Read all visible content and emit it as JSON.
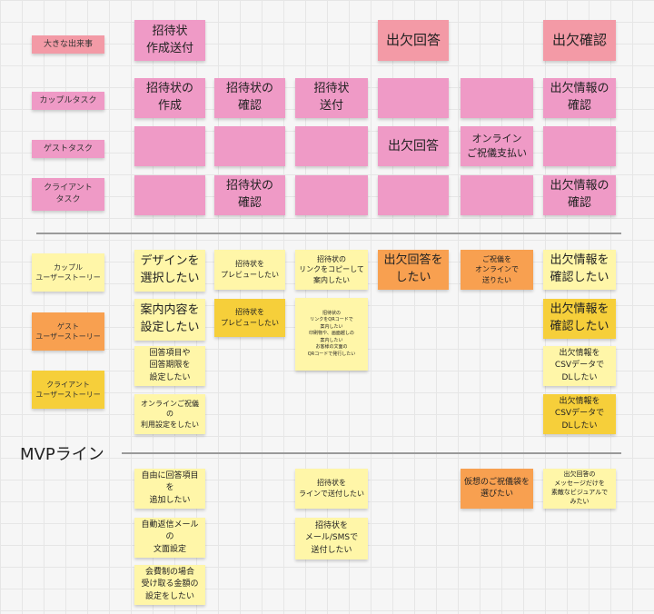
{
  "rows": {
    "events": "大きな出来事",
    "couple_tasks": "カップルタスク",
    "guest_tasks": "ゲストタスク",
    "client_tasks": "クライアント\nタスク",
    "couple_stories": "カップル\nユーザーストーリー",
    "guest_stories": "ゲスト\nユーザーストーリー",
    "client_stories": "クライアント\nユーザーストーリー"
  },
  "events": {
    "invite_send": "招待状\n作成送付",
    "rsvp_reply": "出欠回答",
    "rsvp_confirm": "出欠確認"
  },
  "couple_tasks": {
    "create": "招待状の\n作成",
    "check": "招待状の\n確認",
    "send": "招待状\n送付",
    "rsvp_info": "出欠情報の\n確認"
  },
  "guest_tasks": {
    "rsvp": "出欠回答",
    "online_gift": "オンライン\nご祝儀支払い"
  },
  "client_tasks": {
    "check": "招待状の\n確認",
    "rsvp_info": "出欠情報の\n確認"
  },
  "stories": {
    "choose_design": "デザインを\n選択したい",
    "preview_couple": "招待状を\nプレビューしたい",
    "copy_link": "招待状の\nリンクをコピーして\n案内したい",
    "rsvp_guest": "出欠回答を\nしたい",
    "gift_online": "ご祝儀を\nオンラインで\n送りたい",
    "rsvp_check_couple": "出欠情報を\n確認したい",
    "set_content": "案内内容を\n設定したい",
    "preview_client": "招待状を\nプレビューしたい",
    "tiny_note": "招待状の\nリンクをQRコードで\n案内したい\n印刷物や、画面越しの\n案内したい\nお客様の文面の\nQRコードで発行したい",
    "rsvp_check_client": "出欠情報を\n確認したい",
    "set_items": "回答項目や\n回答期限を\n設定したい",
    "csv_couple": "出欠情報を\nCSVデータで\nDLしたい",
    "csv_client": "出欠情報を\nCSVデータで\nDLしたい",
    "online_gift_setting": "オンラインご祝儀の\n利用設定をしたい"
  },
  "mvp": {
    "label": "MVPライン"
  },
  "backlog": {
    "free_items": "自由に回答項目を\n追加したい",
    "auto_reply": "自動返信メールの\n文面設定",
    "line_send": "招待状を\nラインで送付したい",
    "virtual_gift": "仮想のご祝儀袋を\n選びたい",
    "message_visual": "出欠回答の\nメッセージだけを\n素敵なビジュアルで\nみたい",
    "mail_send": "招待状を\nメール/SMSで\n送付したい",
    "fee_setting": "会費制の場合\n受け取る金額の\n設定をしたい"
  }
}
